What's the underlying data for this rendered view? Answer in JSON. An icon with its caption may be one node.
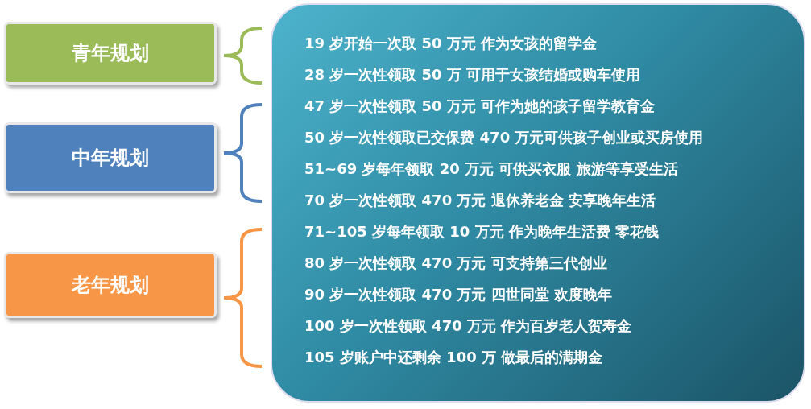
{
  "diagram": {
    "nodes": [
      {
        "text": [
          "青年规划"
        ]
      },
      {
        "text": [
          "中年规划"
        ]
      },
      {
        "text": [
          "老年规划"
        ]
      },
      {
        "text": [
          "19 岁开始一次取 50 万元 作为女孩的留学金",
          "28 岁一次性领取 50 万 可用于女孩结婚或购车使用",
          "47 岁一次性领取 50 万元 可作为她的孩子留学教育金",
          "50 岁一次性领取已交保费 470 万元可供孩子创业或买房使用",
          "51~69 岁每年领取 20 万元 可供买衣服 旅游等享受生活",
          "70 岁一次性领取 470 万元 退休养老金 安享晚年生活",
          "71~105 岁每年领取 10 万元 作为晚年生活费 零花钱",
          "80 岁一次性领取 470 万元 可支持第三代创业",
          "90 岁一次性领取 470 万元 四世同堂 欢度晚年",
          "100 岁一次性领取 470 万元 作为百岁老人贺寿金",
          "105 岁账户中还剩余 100 万 做最后的满期金"
        ]
      }
    ]
  }
}
